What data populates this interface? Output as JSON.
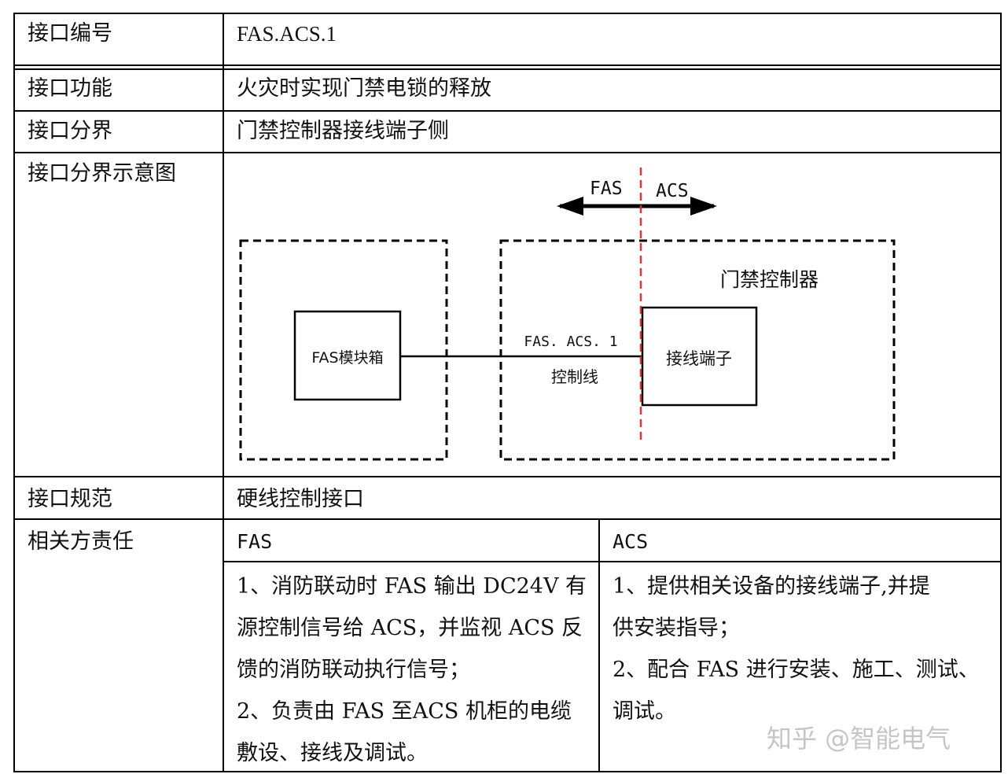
{
  "rows": {
    "id": {
      "label": "接口编号",
      "value": "FAS.ACS.1"
    },
    "function": {
      "label": "接口功能",
      "value": "火灾时实现门禁电锁的释放"
    },
    "boundary": {
      "label": "接口分界",
      "value": "门禁控制器接线端子侧"
    },
    "diagram": {
      "label": "接口分界示意图"
    },
    "spec": {
      "label": "接口规范",
      "value": "硬线控制接口"
    },
    "responsibility": {
      "label": "相关方责任"
    }
  },
  "diagram": {
    "left_arrow_label": "FAS",
    "right_arrow_label": "ACS",
    "controller_label": "门禁控制器",
    "module_box_label": "FAS模块箱",
    "terminal_box_label": "接线端子",
    "line_label_top": "FAS. ACS. 1",
    "line_label_bottom": "控制线",
    "boundary_color": "#e0303a"
  },
  "responsibility": {
    "fas": {
      "header": "FAS",
      "lines": [
        "1、消防联动时 FAS 输出 DC24V 有",
        "源控制信号给 ACS，并监视 ACS 反",
        "馈的消防联动执行信号；",
        "2、负责由 FAS 至ACS 机柜的电缆",
        "敷设、接线及调试。"
      ]
    },
    "acs": {
      "header": "ACS",
      "lines": [
        "1、提供相关设备的接线端子,并提",
        "供安装指导；",
        "2、配合 FAS 进行安装、施工、测试、",
        "调试。"
      ]
    }
  },
  "watermark": "知乎 @智能电气"
}
